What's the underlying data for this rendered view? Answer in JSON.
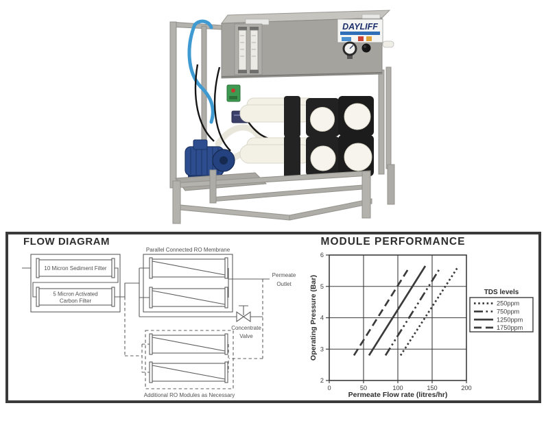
{
  "photo": {
    "brand_label": "DAYLIFF"
  },
  "flow_diagram": {
    "title": "FLOW DIAGRAM",
    "sediment_filter_label": "10 Micron Sediment Filter",
    "carbon_filter_label_line1": "5 Micron Activated",
    "carbon_filter_label_line2": "Carbon Filter",
    "ro_membrane_label": "Parallel Connected RO Membrane",
    "permeate_outlet_line1": "Permeate",
    "permeate_outlet_line2": "Outlet",
    "concentrate_valve_line1": "Concentrate",
    "concentrate_valve_line2": "Valve",
    "additional_modules_label": "Additional RO Modules as Necessary"
  },
  "chart_data": {
    "type": "line",
    "title": "MODULE PERFORMANCE",
    "xlabel": "Permeate Flow rate (litres/hr)",
    "ylabel": "Operating Pressure (Bar)",
    "xlim": [
      0,
      200
    ],
    "ylim": [
      2,
      6
    ],
    "xticks": [
      0,
      50,
      100,
      150,
      200
    ],
    "yticks": [
      2,
      3,
      4,
      5,
      6
    ],
    "grid": true,
    "legend_title": "TDS levels",
    "legend_position": "right",
    "line_color": "#3b3b3b",
    "series": [
      {
        "name": "250ppm",
        "style": "dotted",
        "points": [
          [
            104,
            2.8
          ],
          [
            187,
            5.6
          ]
        ]
      },
      {
        "name": "750ppm",
        "style": "dash-dot-dot",
        "points": [
          [
            82,
            2.8
          ],
          [
            162,
            5.6
          ]
        ]
      },
      {
        "name": "1250ppm",
        "style": "solid",
        "points": [
          [
            58,
            2.8
          ],
          [
            140,
            5.65
          ]
        ]
      },
      {
        "name": "1750ppm",
        "style": "dashed",
        "points": [
          [
            36,
            2.8
          ],
          [
            115,
            5.55
          ]
        ]
      }
    ]
  }
}
